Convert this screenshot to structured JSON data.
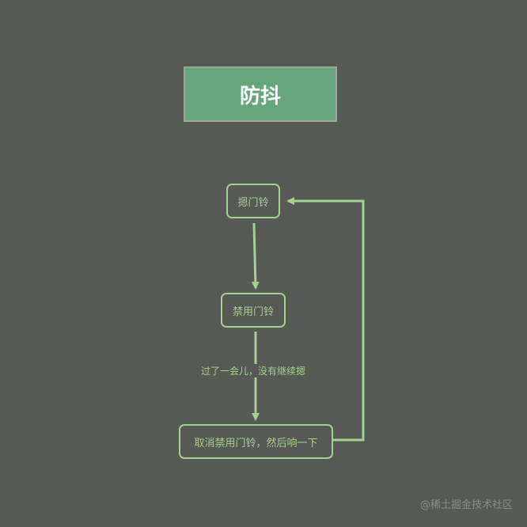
{
  "title": "防抖",
  "nodes": [
    {
      "id": "press",
      "label": "摁门铃"
    },
    {
      "id": "disable",
      "label": "禁用门铃"
    },
    {
      "id": "cancel",
      "label": "取消禁用门铃，然后响一下"
    }
  ],
  "edges": [
    {
      "from": "press",
      "to": "disable",
      "label": ""
    },
    {
      "from": "disable",
      "to": "cancel",
      "label": "过了一会儿，没有继续摁"
    },
    {
      "from": "cancel",
      "to": "press",
      "label": ""
    }
  ],
  "colors": {
    "background": "#575955",
    "title_fill": "#67a57c",
    "title_border": "#9ea59a",
    "node_stroke": "#a3d18e"
  },
  "watermark": "@稀土掘金技术社区"
}
